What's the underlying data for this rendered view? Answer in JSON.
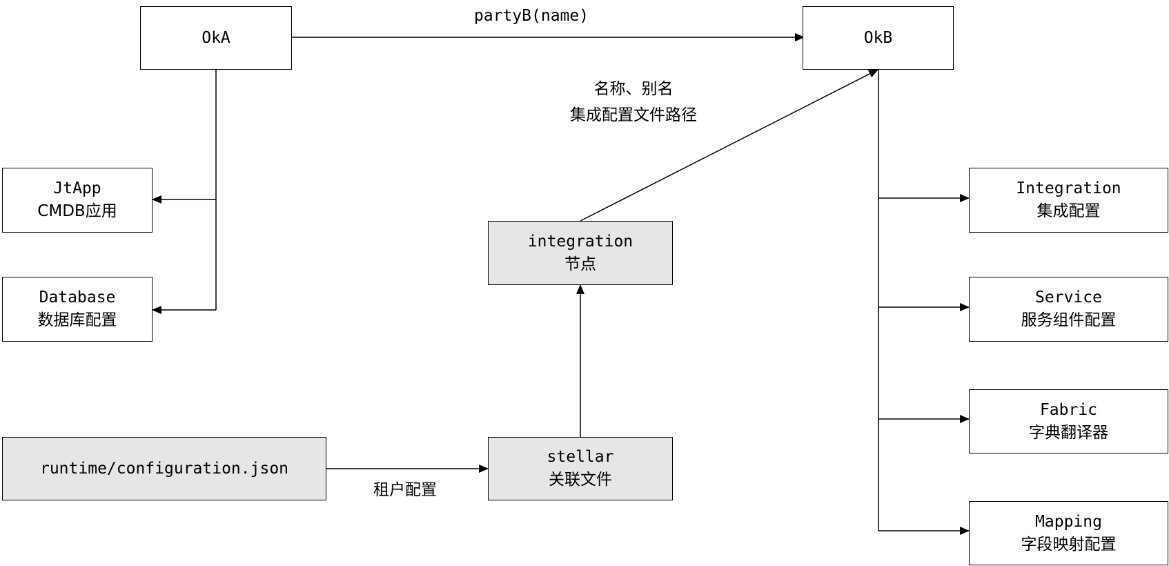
{
  "nodes": {
    "oka": {
      "line1": "OkA",
      "line2": ""
    },
    "okb": {
      "line1": "OkB",
      "line2": ""
    },
    "jtapp": {
      "line1": "JtApp",
      "line2": "CMDB应用"
    },
    "database": {
      "line1": "Database",
      "line2": "数据库配置"
    },
    "integration_node": {
      "line1": "integration",
      "line2": "节点"
    },
    "stellar": {
      "line1": "stellar",
      "line2": "关联文件"
    },
    "runtime": {
      "line1": "runtime/configuration.json",
      "line2": ""
    },
    "integration_cfg": {
      "line1": "Integration",
      "line2": "集成配置"
    },
    "service": {
      "line1": "Service",
      "line2": "服务组件配置"
    },
    "fabric": {
      "line1": "Fabric",
      "line2": "字典翻译器"
    },
    "mapping": {
      "line1": "Mapping",
      "line2": "字段映射配置"
    }
  },
  "edge_labels": {
    "oka_okb": "partyB(name)",
    "integration_okb_1": "名称、别名",
    "integration_okb_2": "集成配置文件路径",
    "runtime_stellar": "租户配置"
  },
  "colors": {
    "line": "#000000",
    "shaded_fill": "#e6e6e6",
    "plain_fill": "#ffffff"
  }
}
